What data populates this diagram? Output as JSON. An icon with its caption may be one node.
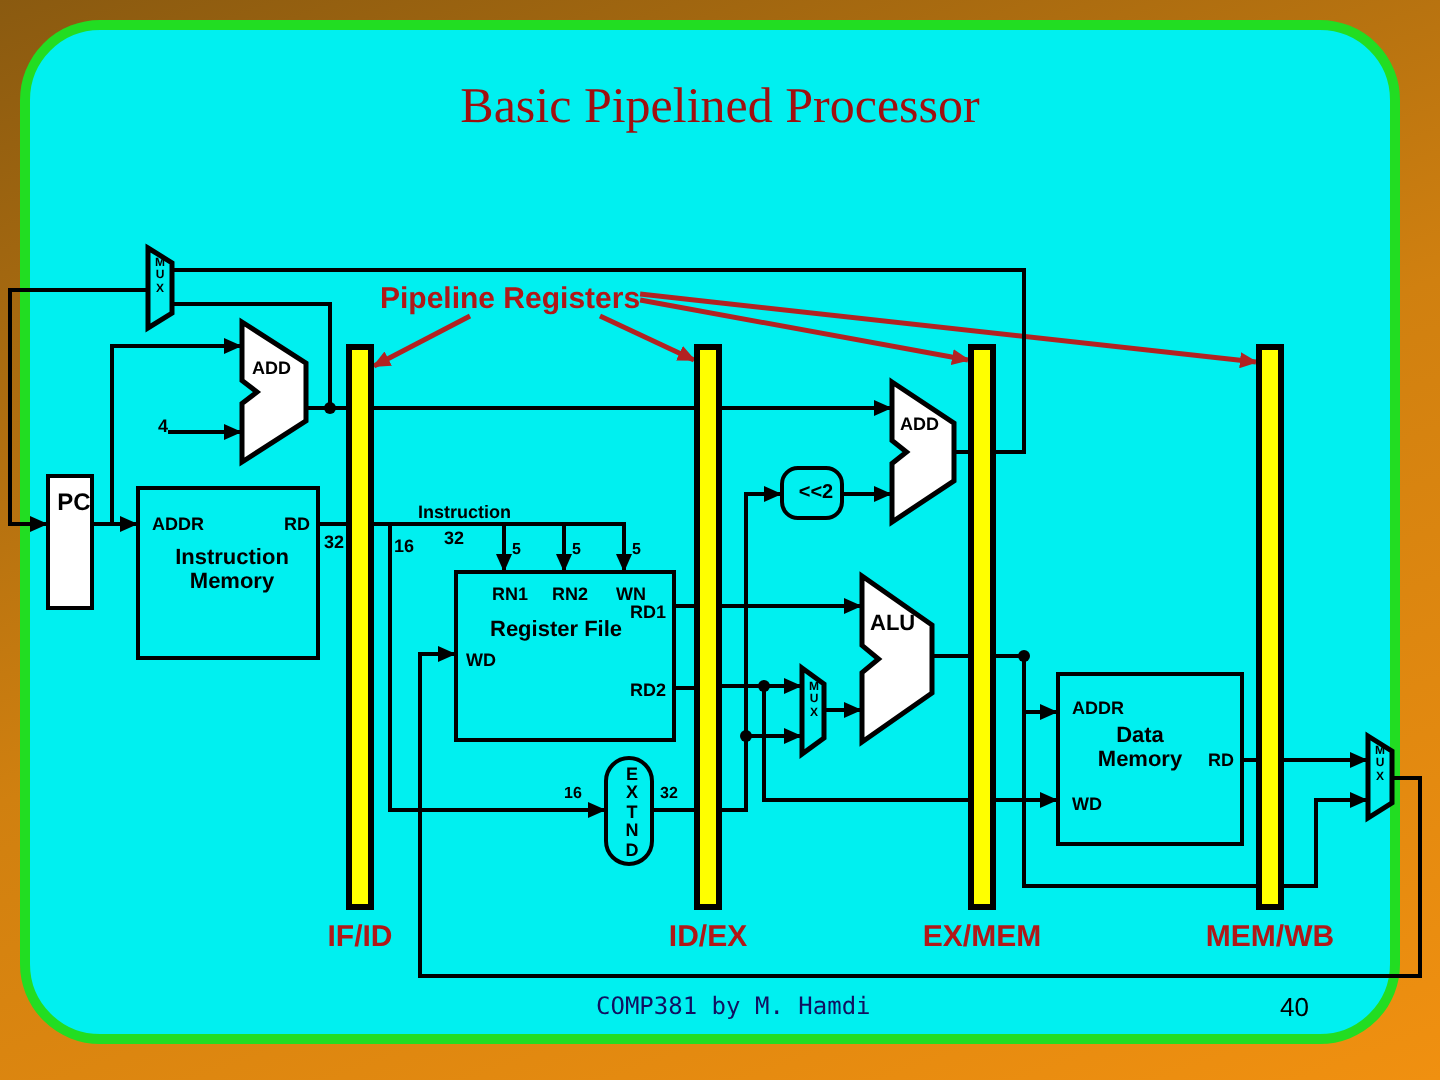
{
  "diagram": {
    "title": "Basic Pipelined Processor",
    "nodes": [
      {
        "text": [
          "Pipeline Registers"
        ]
      },
      {
        "text": [
          "IF/ID"
        ]
      },
      {
        "text": [
          "ID/EX"
        ]
      },
      {
        "text": [
          "EX/MEM"
        ]
      },
      {
        "text": [
          "MEM/WB"
        ]
      },
      {
        "text": [
          "PC"
        ]
      },
      {
        "text": [
          "ADDR",
          "RD",
          "Instruction Memory"
        ]
      },
      {
        "text": [
          "ADD"
        ]
      },
      {
        "text": [
          "M U X"
        ]
      },
      {
        "text": [
          "RN1",
          "RN2",
          "WN",
          "RD1",
          "Register File",
          "WD",
          "RD2"
        ]
      },
      {
        "text": [
          "4"
        ]
      },
      {
        "text": [
          "ADD"
        ]
      },
      {
        "text": [
          "<<2"
        ]
      },
      {
        "text": [
          "ALU"
        ]
      },
      {
        "text": [
          "M U X"
        ]
      },
      {
        "text": [
          "E X T N D"
        ]
      },
      {
        "text": [
          "ADDR",
          "Data Memory",
          "RD",
          "WD"
        ]
      },
      {
        "text": [
          "M U X"
        ]
      }
    ],
    "edges": [
      {
        "from": 0,
        "to": 1,
        "arrow": "to",
        "color": "#b22222"
      },
      {
        "from": 0,
        "to": 2,
        "arrow": "to",
        "color": "#b22222"
      },
      {
        "from": 0,
        "to": 3,
        "arrow": "to",
        "color": "#b22222"
      },
      {
        "from": 0,
        "to": 4,
        "arrow": "to",
        "color": "#b22222"
      },
      {
        "from": 8,
        "to": 5,
        "arrow": "to"
      },
      {
        "from": 5,
        "to": 6,
        "arrow": "to"
      },
      {
        "from": 5,
        "to": 7,
        "arrow": "to"
      },
      {
        "from": 10,
        "to": 7,
        "arrow": "to"
      },
      {
        "from": 7,
        "to": 1,
        "arrow": "none"
      },
      {
        "from": 7,
        "to": 8,
        "arrow": "none"
      },
      {
        "from": 6,
        "to": 1,
        "arrow": "none"
      },
      {
        "from": 1,
        "to": 9,
        "arrow": "to"
      },
      {
        "from": 1,
        "to": 9,
        "arrow": "to"
      },
      {
        "from": 1,
        "to": 9,
        "arrow": "to"
      },
      {
        "from": 1,
        "to": 15,
        "arrow": "to"
      },
      {
        "from": 1,
        "to": 2,
        "arrow": "none"
      },
      {
        "from": 9,
        "to": 2,
        "arrow": "none"
      },
      {
        "from": 9,
        "to": 2,
        "arrow": "none"
      },
      {
        "from": 15,
        "to": 2,
        "arrow": "none"
      },
      {
        "from": 2,
        "to": 11,
        "arrow": "to"
      },
      {
        "from": 2,
        "to": 12,
        "arrow": "to"
      },
      {
        "from": 12,
        "to": 11,
        "arrow": "to"
      },
      {
        "from": 11,
        "to": 3,
        "arrow": "none"
      },
      {
        "from": 3,
        "to": 8,
        "arrow": "none"
      },
      {
        "from": 2,
        "to": 13,
        "arrow": "to"
      },
      {
        "from": 2,
        "to": 14,
        "arrow": "to"
      },
      {
        "from": 2,
        "to": 14,
        "arrow": "to"
      },
      {
        "from": 14,
        "to": 13,
        "arrow": "to"
      },
      {
        "from": 13,
        "to": 3,
        "arrow": "none"
      },
      {
        "from": 2,
        "to": 3,
        "arrow": "none"
      },
      {
        "from": 3,
        "to": 16,
        "arrow": "to"
      },
      {
        "from": 3,
        "to": 16,
        "arrow": "to"
      },
      {
        "from": 3,
        "to": 4,
        "arrow": "none"
      },
      {
        "from": 16,
        "to": 4,
        "arrow": "none"
      },
      {
        "from": 4,
        "to": 17,
        "arrow": "to"
      },
      {
        "from": 4,
        "to": 17,
        "arrow": "to"
      },
      {
        "from": 17,
        "to": 9,
        "arrow": "to"
      }
    ],
    "labels": [
      "Instruction",
      "32",
      "16",
      "32",
      "5",
      "5",
      "5",
      "16",
      "32",
      "COMP381 by M. Hamdi",
      "40"
    ]
  }
}
